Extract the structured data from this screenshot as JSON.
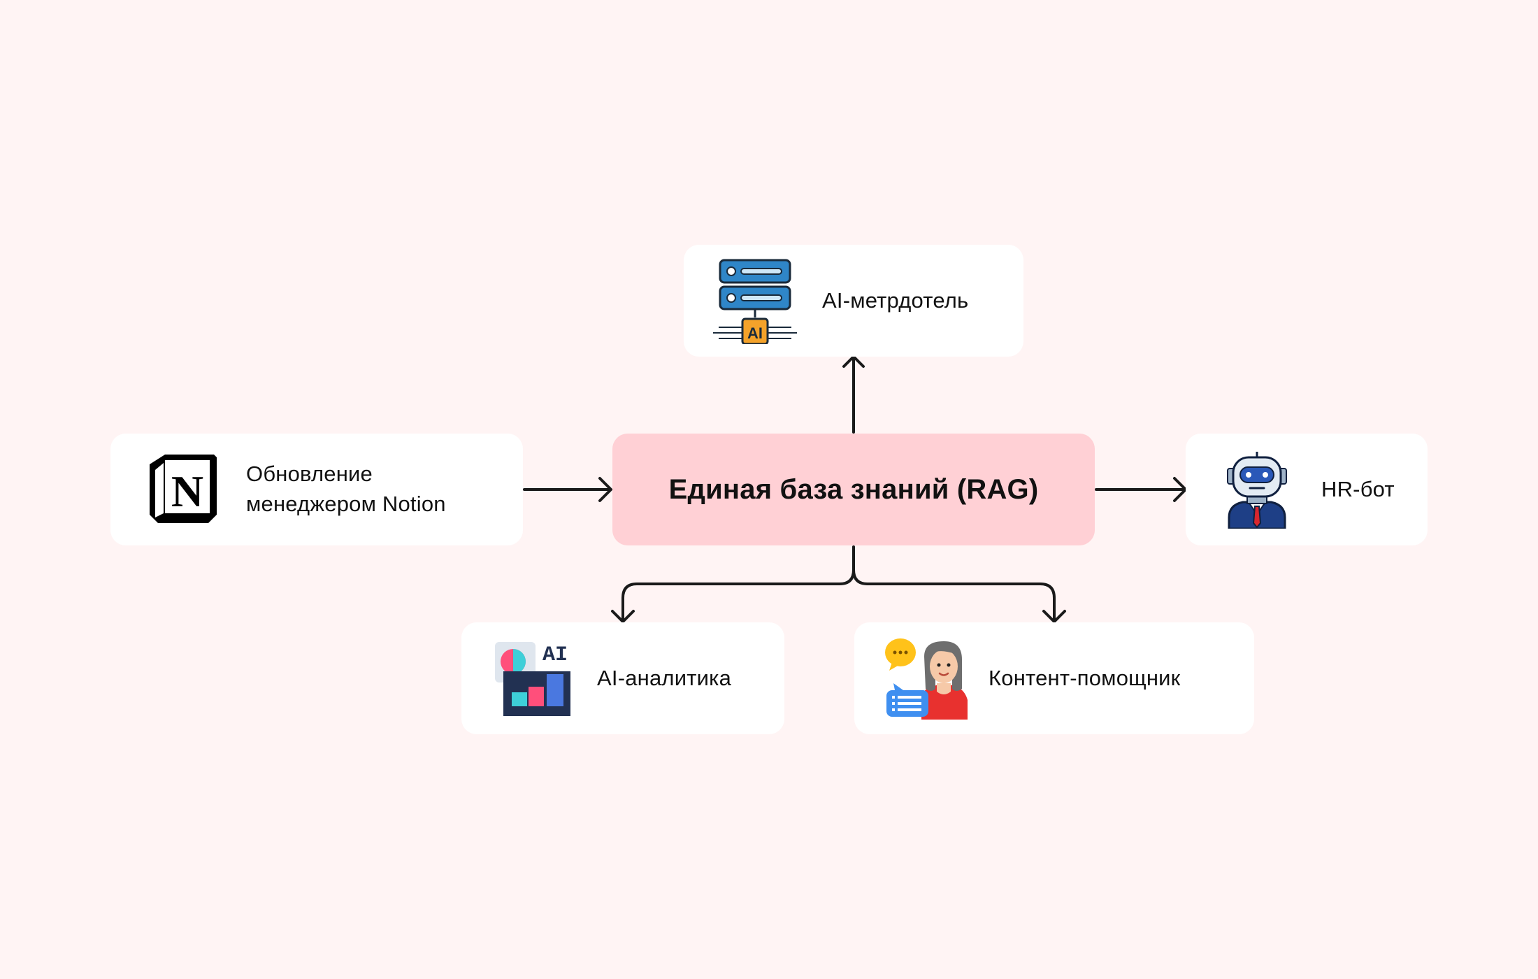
{
  "diagram": {
    "title": "Единая база знаний (RAG)",
    "background_color": "#fff4f4",
    "center_color": "#ffd0d5",
    "card_color": "#ffffff",
    "arrow_color": "#1a1a1a"
  },
  "nodes": {
    "notion": {
      "line1": "Обновление",
      "line2": "менеджером Notion",
      "icon": "notion-logo-icon"
    },
    "maitre": {
      "label": "AI-метрдотель",
      "icon": "ai-server-icon",
      "icon_text": "AI"
    },
    "hr": {
      "label": "HR-бот",
      "icon": "robot-in-suit-icon"
    },
    "analytics": {
      "label": "AI-аналитика",
      "icon": "ai-analytics-icon",
      "icon_text": "AI"
    },
    "content": {
      "label": "Контент-помощник",
      "icon": "woman-chat-assistant-icon"
    }
  },
  "edges": [
    {
      "from": "notion",
      "to": "center"
    },
    {
      "from": "center",
      "to": "maitre"
    },
    {
      "from": "center",
      "to": "hr"
    },
    {
      "from": "center",
      "to": "analytics"
    },
    {
      "from": "center",
      "to": "content"
    }
  ]
}
